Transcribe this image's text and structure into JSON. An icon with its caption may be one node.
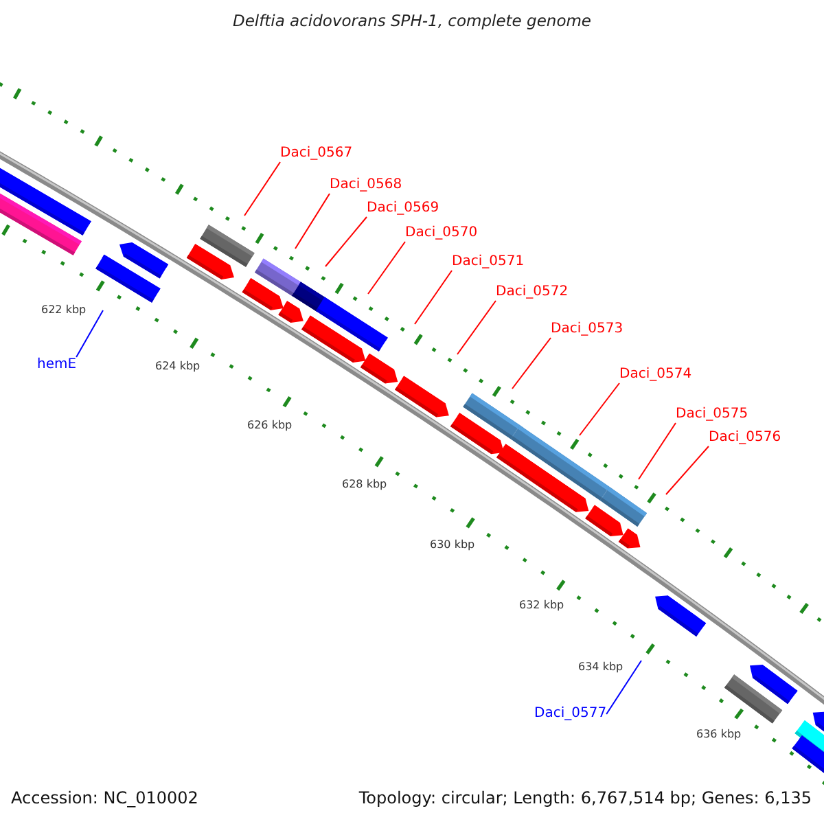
{
  "diagram": {
    "title": "Delftia acidovorans SPH-1, complete genome",
    "nodes": [
      {
        "text": [
          "Daci_0567"
        ]
      },
      {
        "text": [
          "Daci_0568"
        ]
      },
      {
        "text": [
          "Daci_0569"
        ]
      },
      {
        "text": [
          "Daci_0570"
        ]
      },
      {
        "text": [
          "Daci_0571"
        ]
      },
      {
        "text": [
          "Daci_0572"
        ]
      },
      {
        "text": [
          "Daci_0573"
        ]
      },
      {
        "text": [
          "hemE"
        ]
      },
      {
        "text": [
          "Daci_0574"
        ]
      },
      {
        "text": [
          "Daci_0575"
        ]
      },
      {
        "text": [
          "Daci_0576"
        ]
      },
      {
        "text": [
          "Daci_0577"
        ]
      }
    ],
    "edges": [
      {
        "from": 0,
        "to": null,
        "arrow": "none"
      },
      {
        "from": 1,
        "to": null,
        "arrow": "none"
      },
      {
        "from": 2,
        "to": null,
        "arrow": "none"
      },
      {
        "from": 3,
        "to": null,
        "arrow": "none"
      },
      {
        "from": 4,
        "to": null,
        "arrow": "none"
      },
      {
        "from": 5,
        "to": null,
        "arrow": "none"
      },
      {
        "from": 6,
        "to": null,
        "arrow": "none"
      },
      {
        "from": 7,
        "to": null,
        "arrow": "none",
        "color": "#0000ff"
      },
      {
        "from": 8,
        "to": null,
        "arrow": "none"
      },
      {
        "from": 9,
        "to": null,
        "arrow": "none"
      },
      {
        "from": 10,
        "to": null,
        "arrow": "none"
      },
      {
        "from": 11,
        "to": null,
        "arrow": "none",
        "color": "#0000ff"
      }
    ],
    "labels": [
      "622 kbp",
      "624 kbp",
      "626 kbp",
      "628 kbp",
      "630 kbp",
      "632 kbp",
      "634 kbp",
      "636 kbp",
      "Accession: NC_010002",
      "Topology: circular; Length: 6,767,514 bp; Genes: 6,135"
    ]
  }
}
